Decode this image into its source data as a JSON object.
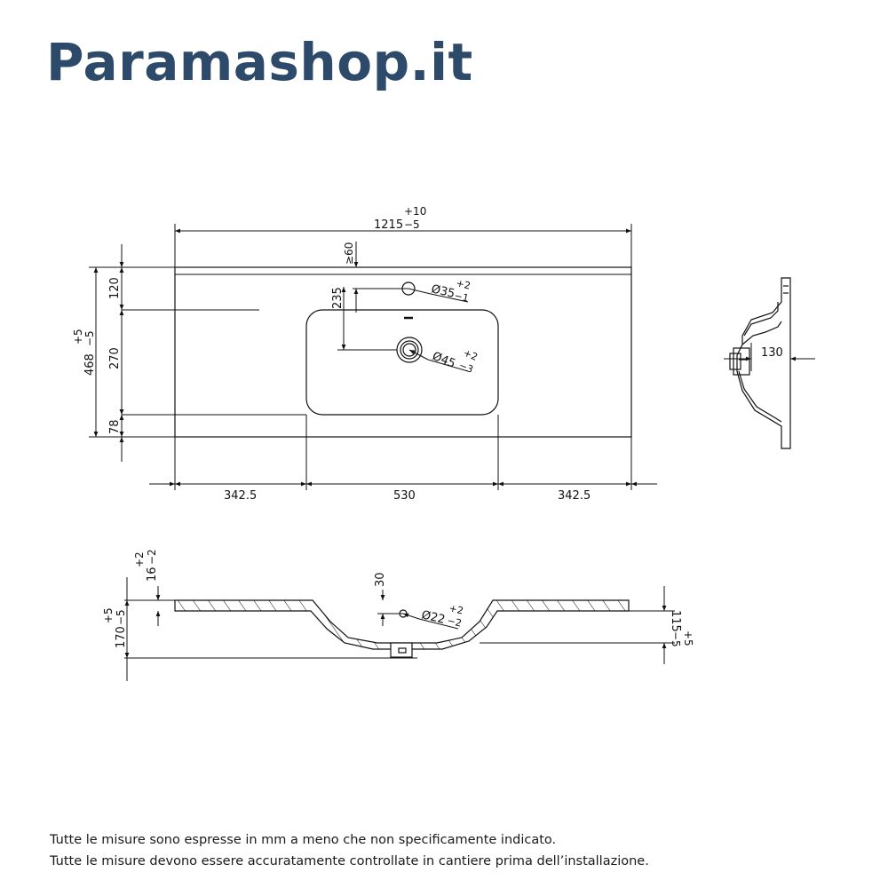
{
  "brand": {
    "name": "Paramashop.it",
    "color": "#2d4a6b"
  },
  "top_view": {
    "overall_width": {
      "value": "1215",
      "tol_plus": "+10",
      "tol_minus": "−5"
    },
    "overall_depth": {
      "value": "468",
      "tol_plus": "+5",
      "tol_minus": "−5"
    },
    "depth_segments": [
      "120",
      "270",
      "78"
    ],
    "tap_hole_min_edge": "≥60",
    "tap_hole_offset": "235",
    "tap_hole_diameter": {
      "value": "Ø35",
      "tol_plus": "+2",
      "tol_minus": "−1"
    },
    "drain_diameter": {
      "value": "Ø45",
      "tol_plus": "+2",
      "tol_minus": "−3"
    },
    "width_segments": [
      "342.5",
      "530",
      "342.5"
    ]
  },
  "side_view": {
    "depth_dim": "130"
  },
  "section_view": {
    "slab_thickness": {
      "value": "16",
      "tol_plus": "+2",
      "tol_minus": "−2"
    },
    "total_height": {
      "value": "170",
      "tol_plus": "+5",
      "tol_minus": "−5"
    },
    "tap_offset": "30",
    "overflow_diameter": {
      "value": "Ø22",
      "tol_plus": "+2",
      "tol_minus": "−2"
    },
    "bowl_depth": {
      "value": "115",
      "tol_plus": "+5",
      "tol_minus": "−5"
    }
  },
  "notes": [
    "Tutte le misure sono espresse in mm a meno che non specificamente indicato.",
    "Tutte le misure devono essere accuratamente controllate in cantiere prima dell’installazione."
  ]
}
